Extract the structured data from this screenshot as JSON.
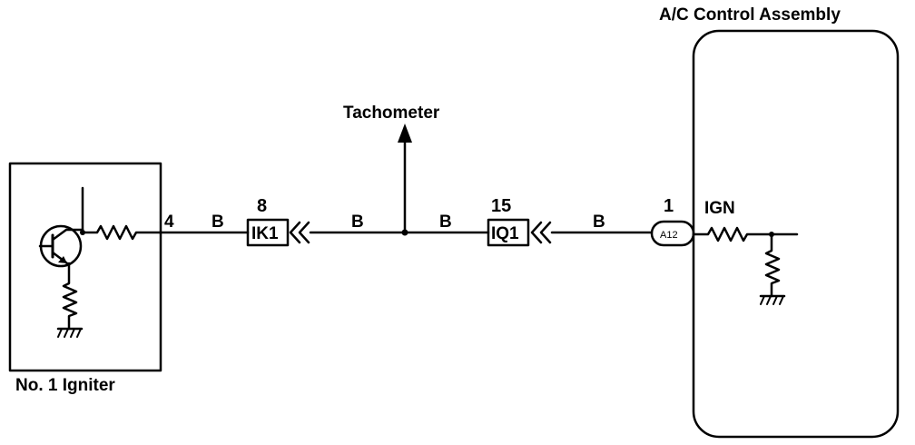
{
  "components": {
    "igniter": {
      "label": "No. 1 Igniter"
    },
    "ac_assembly": {
      "label": "A/C Control Assembly"
    },
    "tachometer": {
      "label": "Tachometer"
    }
  },
  "connectors": {
    "ik1": {
      "name": "IK1",
      "pin": "8"
    },
    "iq1": {
      "name": "IQ1",
      "pin": "15"
    },
    "a12": {
      "name": "A12",
      "pin": "1"
    }
  },
  "pins": {
    "igniter_out": "4"
  },
  "wires": [
    {
      "color": "B"
    },
    {
      "color": "B"
    },
    {
      "color": "B"
    },
    {
      "color": "B"
    }
  ],
  "signals": {
    "ign": "IGN"
  }
}
